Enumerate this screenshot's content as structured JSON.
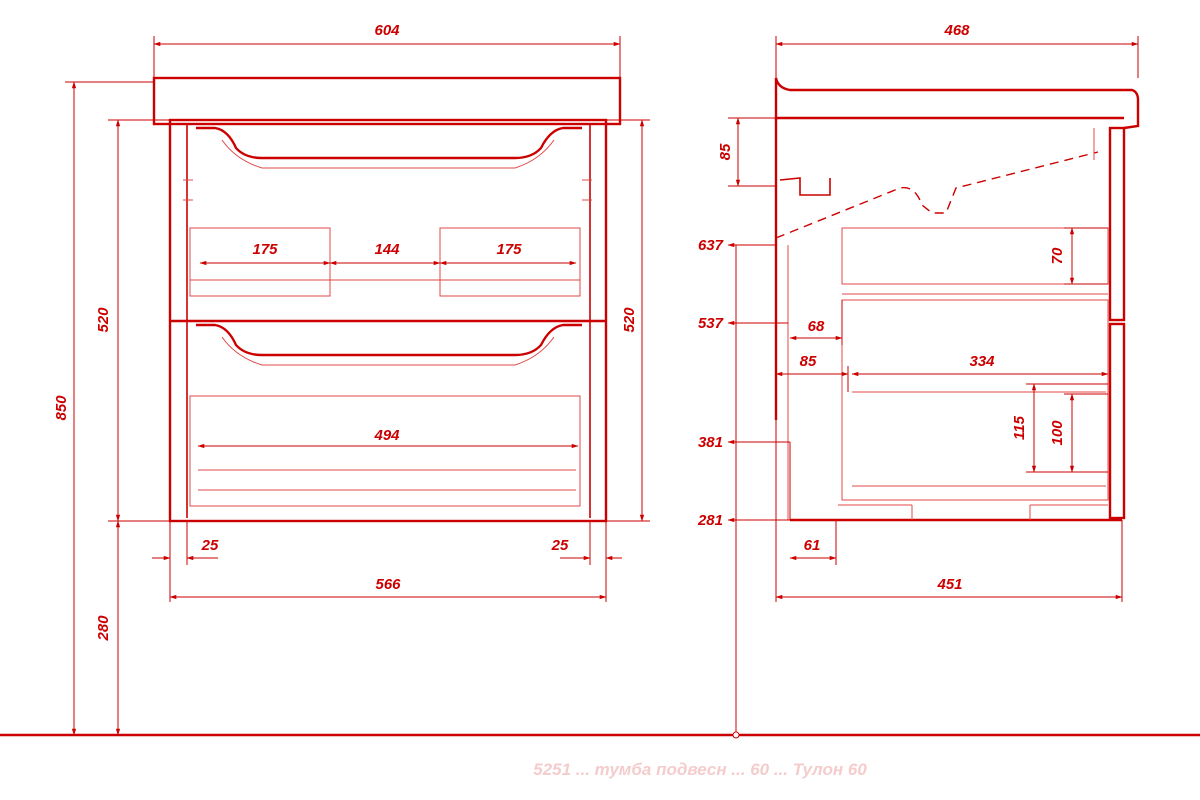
{
  "front_view": {
    "overall_width": "604",
    "cabinet_height": "520",
    "cabinet_height_right": "520",
    "total_height": "850",
    "mount_height": "280",
    "insert_left": "175",
    "insert_middle": "144",
    "insert_right": "175",
    "lower_insert": "494",
    "side_left": "25",
    "side_right": "25",
    "body_width": "566"
  },
  "side_view": {
    "overall_depth": "468",
    "top_offset": "85",
    "height_637": "637",
    "height_537": "537",
    "height_381": "381",
    "height_281": "281",
    "drawer_inner": "70",
    "offset_68": "68",
    "offset_85": "85",
    "drawer_depth": "334",
    "drawer_115": "115",
    "drawer_100": "100",
    "offset_61": "61",
    "body_depth": "451"
  },
  "caption": "5251 ... тумба подвесн ... 60 ... Тулон 60"
}
